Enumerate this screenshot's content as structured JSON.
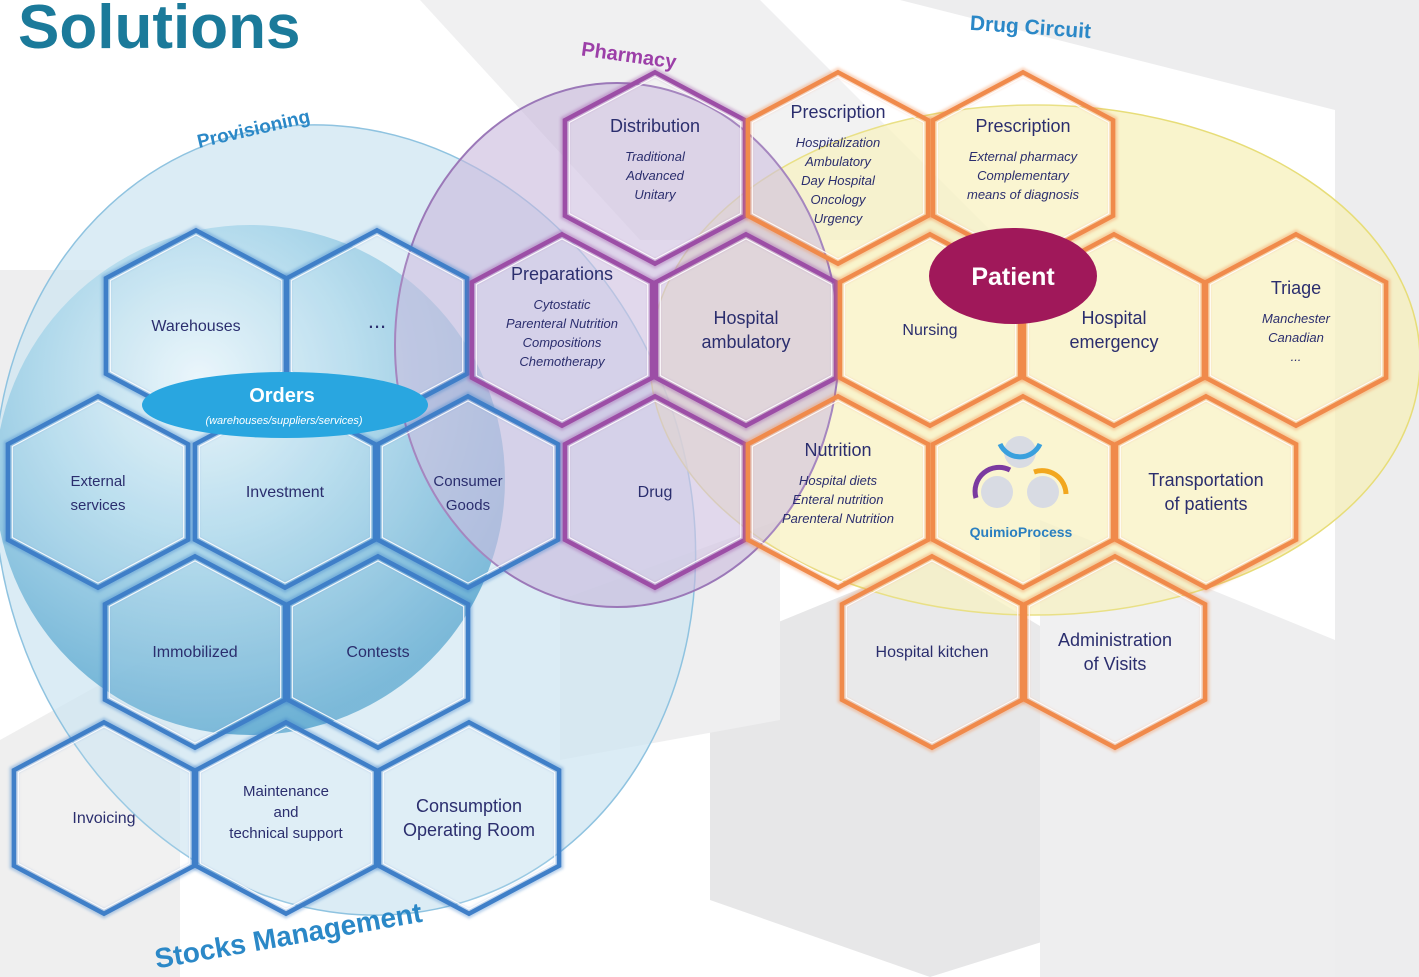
{
  "title": "Solutions",
  "groups": {
    "provisioning": "Provisioning",
    "pharmacy": "Pharmacy",
    "drug_circuit": "Drug Circuit",
    "stocks": "Stocks Management"
  },
  "orders": {
    "title": "Orders",
    "subtitle": "(warehouses/suppliers/services)"
  },
  "patient": "Patient",
  "logo": {
    "text": "QuimioProcess"
  },
  "colors": {
    "title": "#1b7a9a",
    "blue_hex": "#3f7fc8",
    "purple_hex": "#9c4ea6",
    "orange_hex": "#f08a4b",
    "patient": "#a0185a",
    "orders": "#29a6e0",
    "text": "#2b2e6e"
  },
  "hexes": {
    "warehouses": {
      "label": "Warehouses"
    },
    "ellipsis": {
      "label": "..."
    },
    "external": {
      "label1": "External",
      "label2": "services"
    },
    "investment": {
      "label": "Investment"
    },
    "consumer": {
      "label1": "Consumer",
      "label2": "Goods"
    },
    "immobilized": {
      "label": "Immobilized"
    },
    "contests": {
      "label": "Contests"
    },
    "invoicing": {
      "label": "Invoicing"
    },
    "maintenance": {
      "label1": "Maintenance",
      "label2": "and",
      "label3": "technical support"
    },
    "consumption": {
      "label1": "Consumption",
      "label2": "Operating Room"
    },
    "distribution": {
      "title": "Distribution",
      "items": [
        "Traditional",
        "Advanced",
        "Unitary"
      ]
    },
    "preparations": {
      "title": "Preparations",
      "items": [
        "Cytostatic",
        "Parenteral Nutrition",
        "Compositions",
        "Chemotherapy"
      ]
    },
    "hospital_ambulatory": {
      "label1": "Hospital",
      "label2": "ambulatory"
    },
    "drug": {
      "label": "Drug"
    },
    "prescription1": {
      "title": "Prescription",
      "items": [
        "Hospitalization",
        "Ambulatory",
        "Day Hospital",
        "Oncology",
        "Urgency"
      ]
    },
    "prescription2": {
      "title": "Prescription",
      "items": [
        "External pharmacy",
        "Complementary",
        "means of diagnosis"
      ]
    },
    "nursing": {
      "label": "Nursing"
    },
    "emergency": {
      "label1": "Hospital",
      "label2": "emergency"
    },
    "triage": {
      "title": "Triage",
      "items": [
        "Manchester",
        "Canadian",
        "..."
      ]
    },
    "nutrition": {
      "title": "Nutrition",
      "items": [
        "Hospital diets",
        "Enteral nutrition",
        "Parenteral Nutrition"
      ]
    },
    "transportation": {
      "label1": "Transportation",
      "label2": "of patients"
    },
    "kitchen": {
      "label": "Hospital kitchen"
    },
    "administration": {
      "label1": "Administration",
      "label2": "of Visits"
    }
  }
}
